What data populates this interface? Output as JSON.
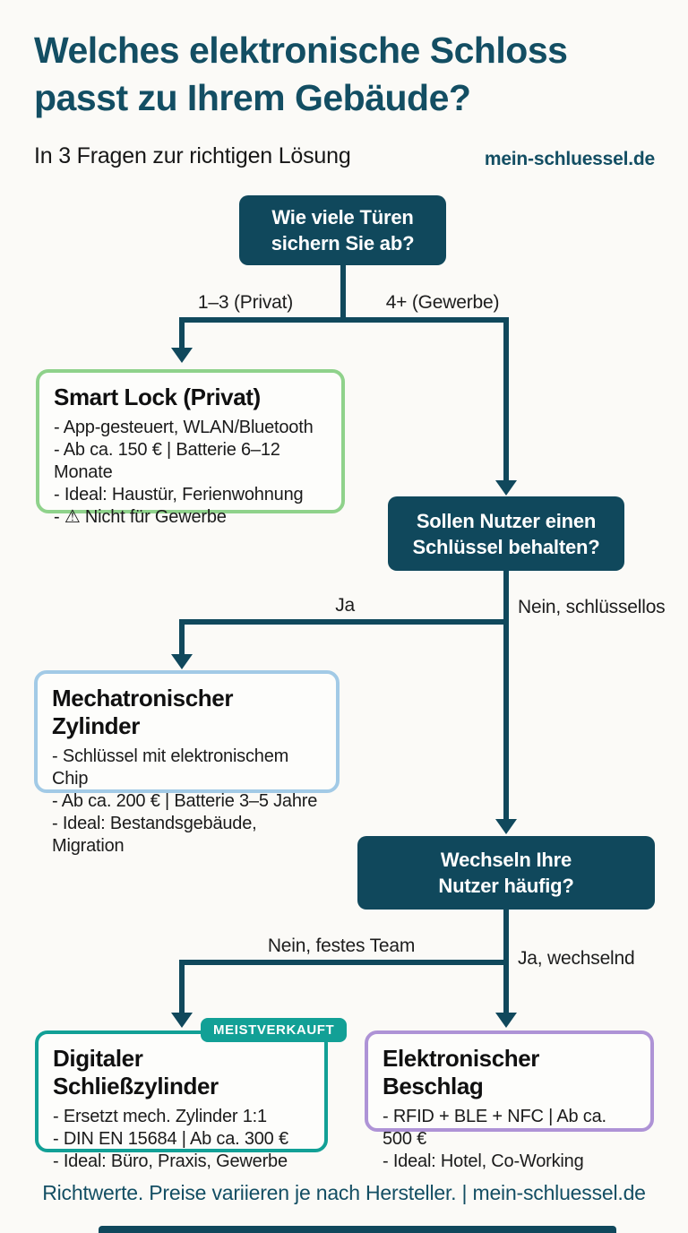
{
  "header": {
    "title_line1": "Welches elektronische Schloss",
    "title_line2": "passt zu Ihrem Gebäude?",
    "subtitle": "In 3 Fragen zur richtigen Lösung",
    "brand": "mein-schluessel.de"
  },
  "colors": {
    "dark_teal": "#10485c",
    "title_teal": "#134e63",
    "green_border": "#8fd28b",
    "blue_border": "#a2cae6",
    "teal_border": "#12a096",
    "purple_border": "#ae93d6",
    "background": "#fbfaf7"
  },
  "flow": {
    "q1": {
      "line1": "Wie viele Türen",
      "line2": "sichern Sie ab?"
    },
    "q1_left_label": "1–3 (Privat)",
    "q1_right_label": "4+ (Gewerbe)",
    "smart_lock": {
      "title": "Smart Lock (Privat)",
      "bullets": [
        "- App-gesteuert, WLAN/Bluetooth",
        "- Ab ca. 150 € | Batterie 6–12 Monate",
        "- Ideal: Haustür, Ferienwohnung",
        "- ⚠ Nicht für Gewerbe"
      ]
    },
    "q2": {
      "line1": "Sollen Nutzer einen",
      "line2": "Schlüssel behalten?"
    },
    "q2_left_label": "Ja",
    "q2_right_label": "Nein, schlüssellos",
    "mechatronic": {
      "title": "Mechatronischer Zylinder",
      "bullets": [
        "- Schlüssel mit elektronischem Chip",
        "- Ab ca. 200 € | Batterie 3–5 Jahre",
        "- Ideal: Bestandsgebäude, Migration"
      ]
    },
    "q3": {
      "line1": "Wechseln Ihre",
      "line2": "Nutzer häufig?"
    },
    "q3_left_label": "Nein, festes Team",
    "q3_right_label": "Ja, wechselnd",
    "digital_cylinder": {
      "badge": "MEISTVERKAUFT",
      "title": "Digitaler Schließzylinder",
      "bullets": [
        "- Ersetzt mech. Zylinder 1:1",
        "- DIN EN 15684 | Ab ca. 300 €",
        "- Ideal: Büro, Praxis, Gewerbe"
      ]
    },
    "electronic_fitting": {
      "title": "Elektronischer Beschlag",
      "bullets": [
        "- RFID + BLE + NFC | Ab ca. 500 €",
        "- Ideal: Hotel, Co-Working"
      ]
    }
  },
  "footer": {
    "text": "Richtwerte. Preise variieren je nach Hersteller. | mein-schluessel.de"
  }
}
